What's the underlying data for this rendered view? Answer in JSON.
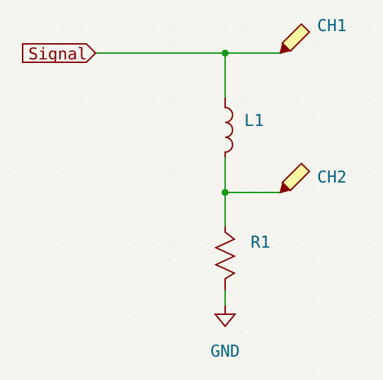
{
  "schematic": {
    "global_label": {
      "text": "Signal"
    },
    "probes": [
      {
        "label": "CH1"
      },
      {
        "label": "CH2"
      }
    ],
    "components": {
      "inductor": {
        "ref": "L1"
      },
      "resistor": {
        "ref": "R1"
      }
    },
    "power": {
      "ground_label": "GND"
    },
    "colors": {
      "background": "#f5f4ef",
      "wire": "#169a16",
      "component": "#840000",
      "reference_text": "#006484",
      "probe_fill": "#fbf6a2",
      "grid_dot": "#d6d4cc"
    }
  }
}
